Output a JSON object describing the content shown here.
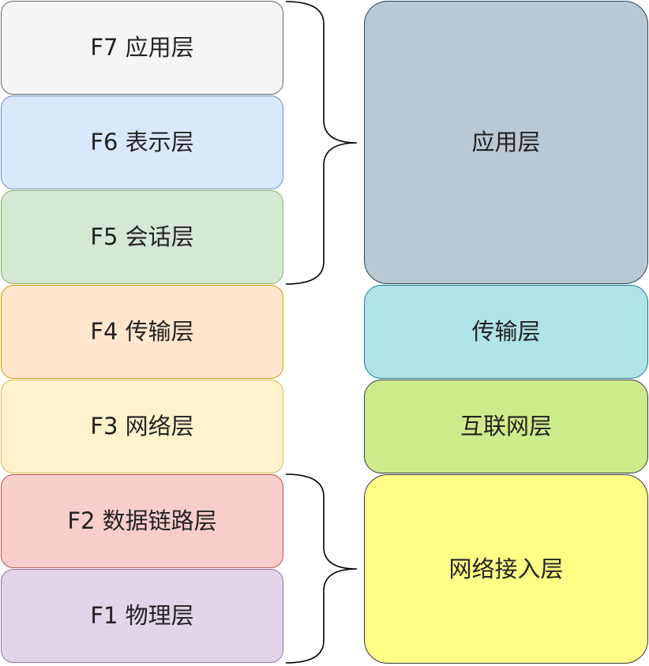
{
  "osi_layers": [
    {
      "label": "F7 应用层",
      "fill": "#f5f5f5",
      "stroke": "#666666"
    },
    {
      "label": "F6 表示层",
      "fill": "#dae8fc",
      "stroke": "#6c8ebf"
    },
    {
      "label": "F5 会话层",
      "fill": "#d5e8d4",
      "stroke": "#82b366"
    },
    {
      "label": "F4 传输层",
      "fill": "#ffe6cc",
      "stroke": "#d79b00"
    },
    {
      "label": "F3 网络层",
      "fill": "#fff2cc",
      "stroke": "#d6b656"
    },
    {
      "label": "F2 数据链路层",
      "fill": "#f8cecc",
      "stroke": "#b85450"
    },
    {
      "label": "F1 物理层",
      "fill": "#e1d5e7",
      "stroke": "#9673a6"
    }
  ],
  "tcpip_layers": [
    {
      "label": "应用层",
      "fill": "#bac8d3",
      "stroke": "#23445d"
    },
    {
      "label": "传输层",
      "fill": "#b0e3e6",
      "stroke": "#0e8088"
    },
    {
      "label": "互联网层",
      "fill": "#cdeb8b",
      "stroke": "#36393d"
    },
    {
      "label": "网络接入层",
      "fill": "#ffff88",
      "stroke": "#36393d"
    }
  ],
  "bracket_color": "#000000"
}
